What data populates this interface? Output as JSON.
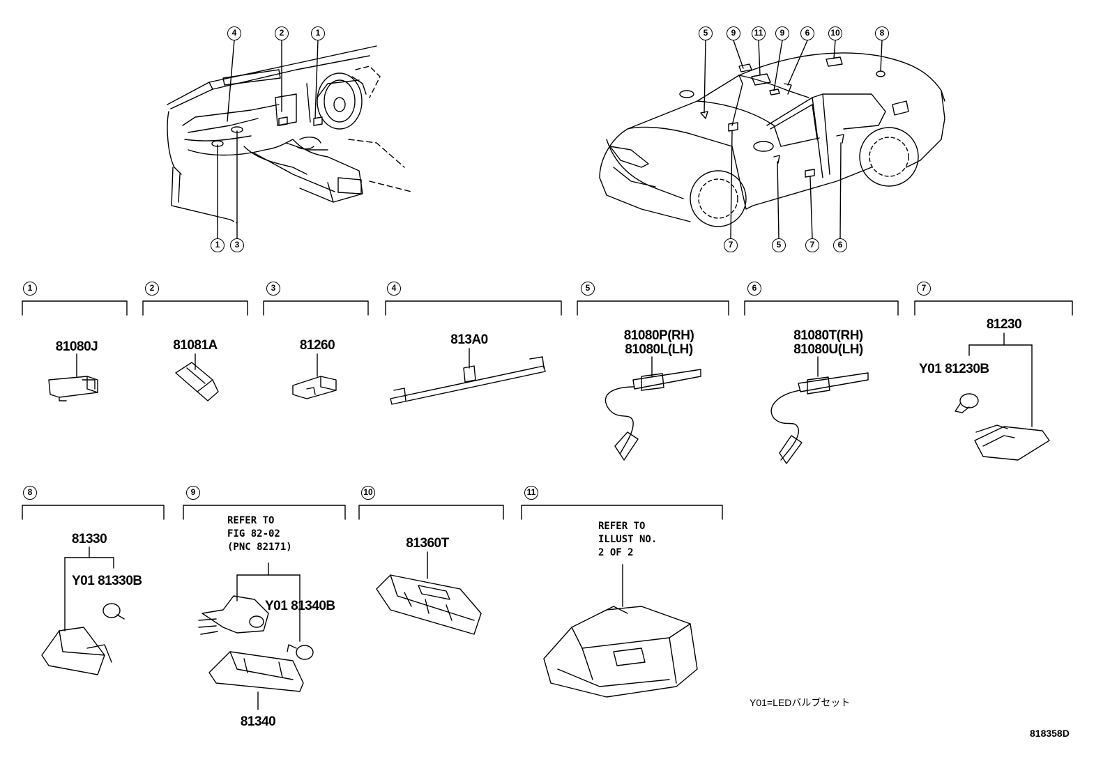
{
  "callouts": {
    "top_left": [
      "4",
      "2",
      "1"
    ],
    "bottom_left": [
      "1",
      "3"
    ],
    "top_right": [
      "5",
      "9",
      "11",
      "9",
      "6",
      "10",
      "8"
    ],
    "bottom_right": [
      "7",
      "5",
      "7",
      "6"
    ]
  },
  "sections": [
    {
      "num": "1",
      "parts": [
        "81080J"
      ]
    },
    {
      "num": "2",
      "parts": [
        "81081A"
      ]
    },
    {
      "num": "3",
      "parts": [
        "81260"
      ]
    },
    {
      "num": "4",
      "parts": [
        "813A0"
      ]
    },
    {
      "num": "5",
      "parts": [
        "81080P(RH)",
        "81080L(LH)"
      ]
    },
    {
      "num": "6",
      "parts": [
        "81080T(RH)",
        "81080U(LH)"
      ]
    },
    {
      "num": "7",
      "parts": [
        "81230",
        "Y01 81230B"
      ]
    },
    {
      "num": "8",
      "parts": [
        "81330",
        "Y01 81330B"
      ]
    },
    {
      "num": "9",
      "parts": [
        "Y01 81340B",
        "81340"
      ],
      "note": "REFER TO\nFIG 82-02\n(PNC 82171)"
    },
    {
      "num": "10",
      "parts": [
        "81360T"
      ]
    },
    {
      "num": "11",
      "parts": [],
      "note": "REFER TO\nILLUST NO.\n2 OF 2"
    }
  ],
  "footnote": "Y01=LEDバルブセット",
  "figure_id": "818358D"
}
